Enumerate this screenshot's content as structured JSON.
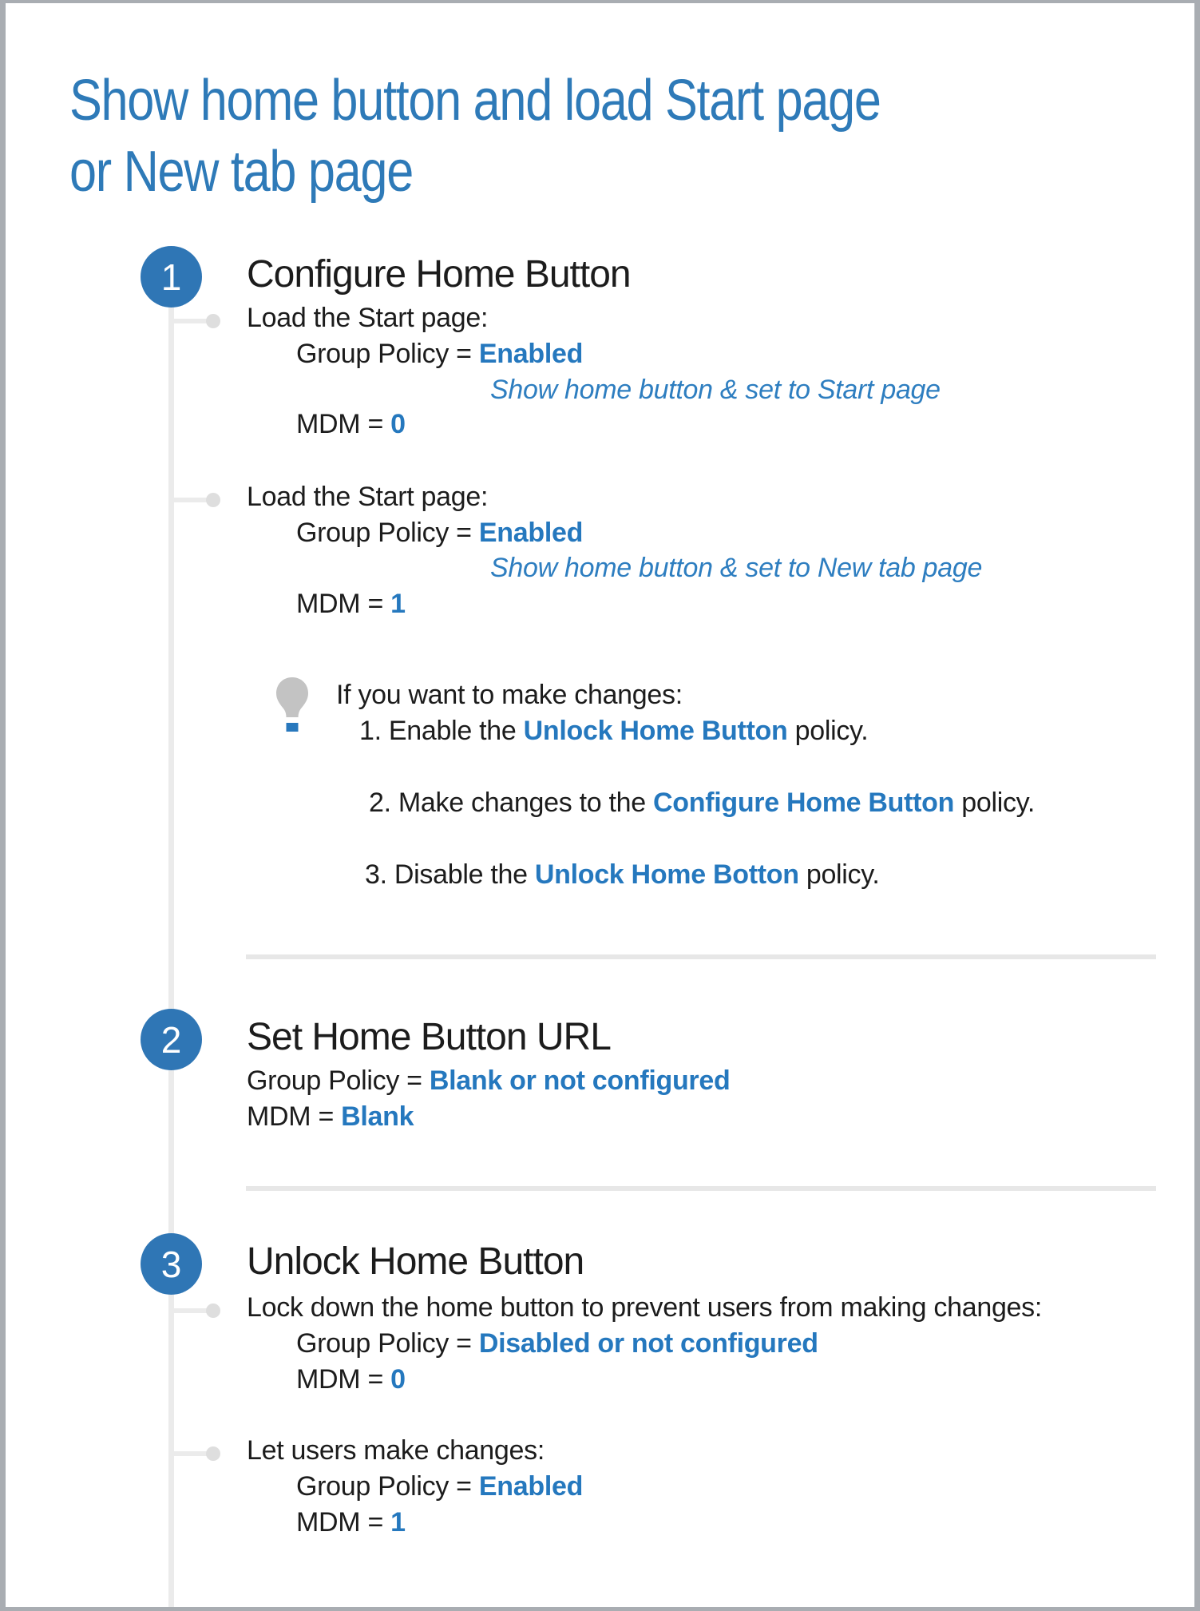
{
  "title": {
    "lines": [
      "Show home button and load Start page",
      "or New tab page"
    ]
  },
  "colors": {
    "title_blue": "#2e7ab8",
    "value_blue": "#2578be",
    "circle_blue": "#2f76b5",
    "text_black": "#1c1c1c",
    "timeline_gray": "#ebebeb",
    "dot_gray": "#dedede",
    "divider_gray": "#e7e7e7",
    "page_border_gray": "#a9adb2",
    "bulb_gray": "#c3c3c3"
  },
  "steps": [
    {
      "number": "1",
      "heading": "Configure Home Button",
      "items": [
        {
          "lead": "Load the Start page:",
          "gp_label": "Group Policy = ",
          "gp_value": "Enabled",
          "annotation": "Show home button & set to Start page",
          "mdm_label": "MDM = ",
          "mdm_value": "0"
        },
        {
          "lead": "Load the Start page:",
          "gp_label": "Group Policy = ",
          "gp_value": "Enabled",
          "annotation": "Show home button & set to New tab page",
          "mdm_label": "MDM = ",
          "mdm_value": "1"
        }
      ],
      "tip": {
        "icon": "lightbulb-icon",
        "intro": "If you want to make changes:",
        "steps": [
          {
            "pre": "1. Enable the ",
            "policy": "Unlock Home Button",
            "post": " policy."
          },
          {
            "pre": "2. Make changes to the ",
            "policy": "Configure Home Button",
            "post": " policy."
          },
          {
            "pre": "3. Disable the ",
            "policy": "Unlock Home Botton",
            "post": " policy."
          }
        ]
      }
    },
    {
      "number": "2",
      "heading": "Set Home Button URL",
      "gp_label": "Group Policy = ",
      "gp_value": "Blank or not configured",
      "mdm_label": "MDM = ",
      "mdm_value": "Blank"
    },
    {
      "number": "3",
      "heading": "Unlock Home Button",
      "items": [
        {
          "lead": "Lock down the home button to prevent users from making changes:",
          "gp_label": "Group Policy = ",
          "gp_value": "Disabled or not configured",
          "mdm_label": "MDM = ",
          "mdm_value": "0"
        },
        {
          "lead": "Let users make changes:",
          "gp_label": "Group Policy = ",
          "gp_value": "Enabled",
          "mdm_label": "MDM = ",
          "mdm_value": "1"
        }
      ]
    }
  ]
}
